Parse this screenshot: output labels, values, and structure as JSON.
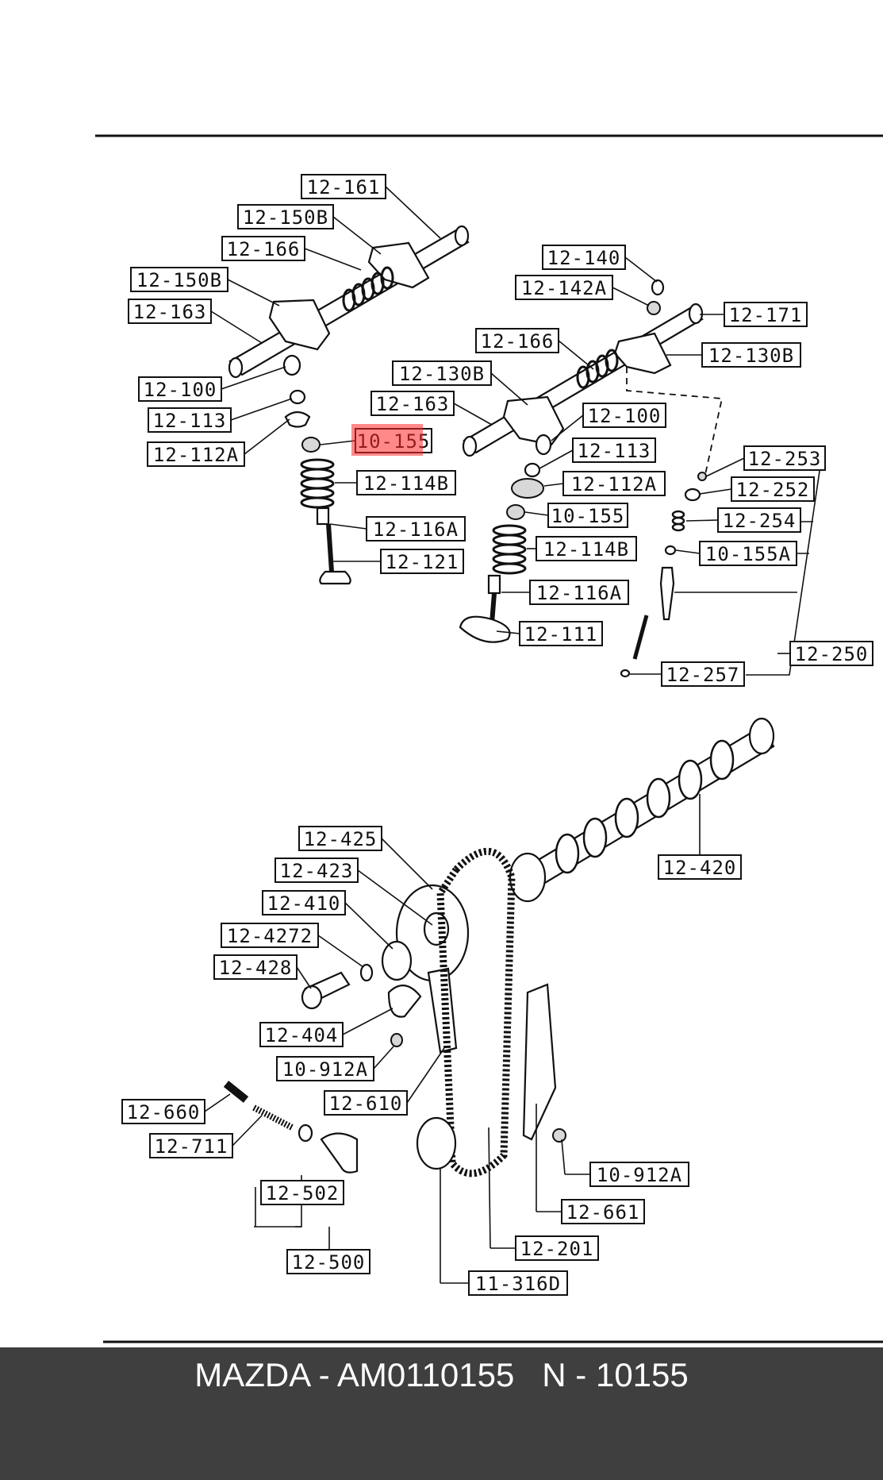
{
  "diagram": {
    "labels": [
      "12-161",
      "12-150B",
      "12-166",
      "12-150B",
      "12-163",
      "12-100",
      "12-113",
      "12-112A",
      "10-155",
      "12-114B",
      "12-116A",
      "12-121",
      "12-140",
      "12-142A",
      "12-171",
      "12-166",
      "12-130B",
      "12-130B",
      "12-163",
      "12-100",
      "12-113",
      "12-112A",
      "10-155",
      "12-114B",
      "12-116A",
      "12-111",
      "12-253",
      "12-252",
      "12-254",
      "10-155A",
      "12-250",
      "12-257",
      "12-425",
      "12-423",
      "12-410",
      "12-4272",
      "12-428",
      "12-404",
      "10-912A",
      "12-610",
      "12-660",
      "12-711",
      "12-502",
      "12-500",
      "12-420",
      "10-912A",
      "12-661",
      "12-201",
      "11-316D"
    ],
    "highlighted_label": "10-155"
  },
  "footer": {
    "text": "MAZDA - AM0110155   N - 10155"
  }
}
